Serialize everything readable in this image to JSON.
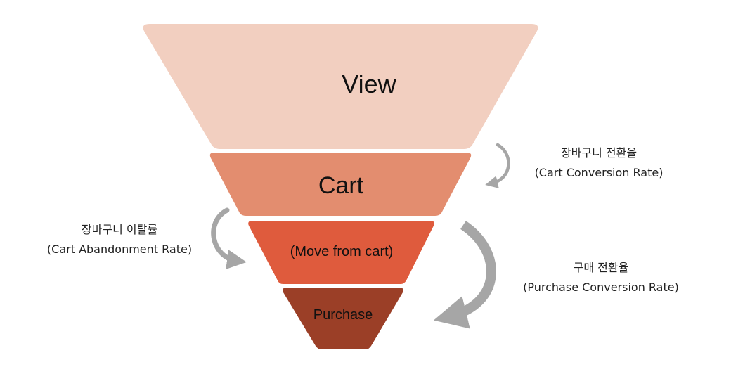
{
  "stages": [
    {
      "label": "View",
      "color": "#f2cfc0"
    },
    {
      "label": "Cart",
      "color": "#e38d6f"
    },
    {
      "label": "(Move from cart)",
      "color": "#df5b3d"
    },
    {
      "label": "Purchase",
      "color": "#9b3f27"
    }
  ],
  "annotations": {
    "cart_conversion": {
      "line1": "장바구니 전환율",
      "line2": "(Cart Conversion Rate)"
    },
    "cart_abandonment": {
      "line1": "장바구니 이탈률",
      "line2": "(Cart Abandonment Rate)"
    },
    "purchase_conversion": {
      "line1": "구매 전환율",
      "line2": "(Purchase Conversion Rate)"
    }
  },
  "arrow_color": "#a6a6a6"
}
